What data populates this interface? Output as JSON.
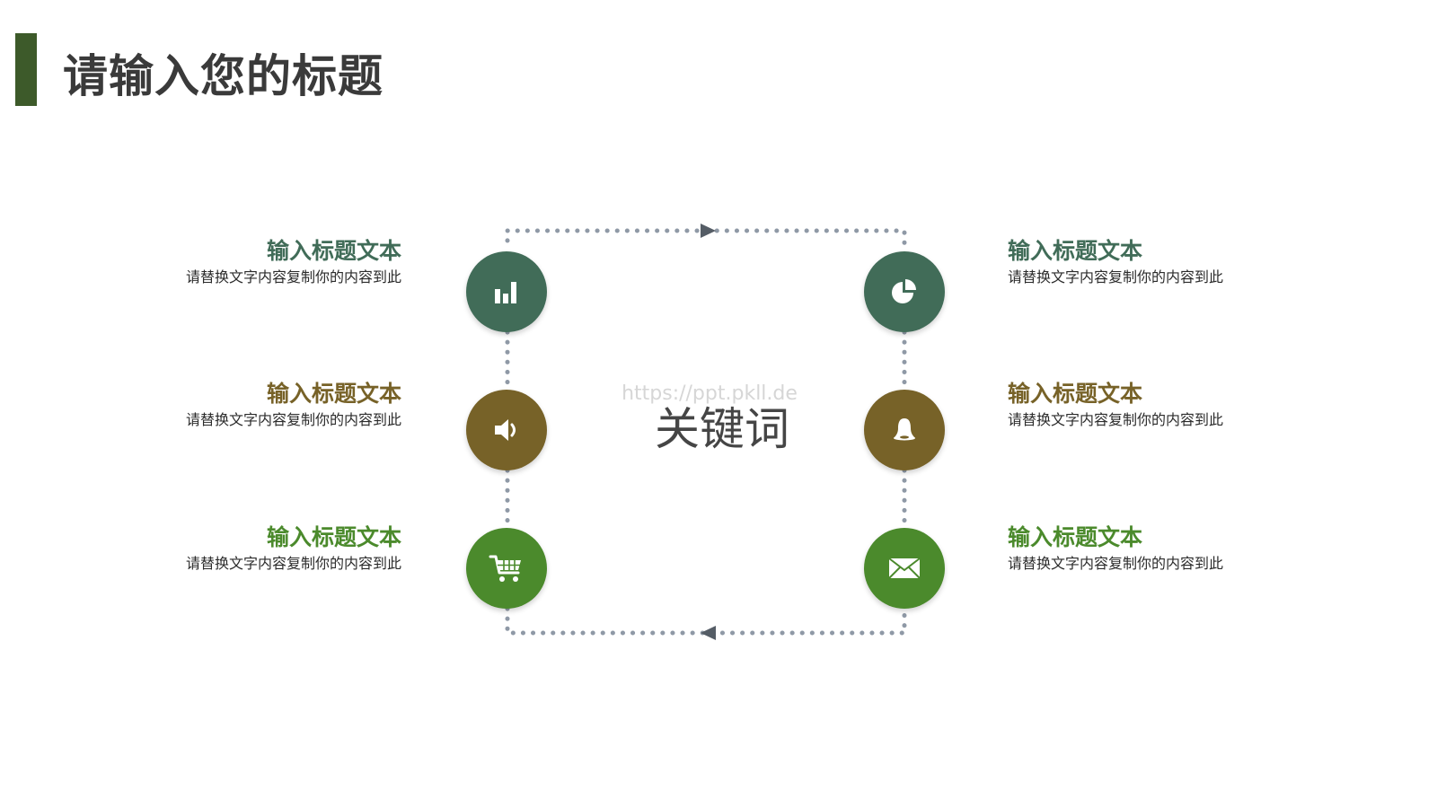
{
  "page": {
    "title": "请输入您的标题"
  },
  "center": {
    "keyword": "关键词",
    "watermark": "https://ppt.pkll.de"
  },
  "colors": {
    "title_bar": "#3d5a2a",
    "teal_green": "#416c58",
    "olive_brown": "#776228",
    "leaf_green": "#4b8a2c",
    "dotted_line": "#8f99a6",
    "arrow": "#555d66"
  },
  "items": [
    {
      "side": "left",
      "title": "输入标题文本",
      "desc": "请替换文字内容复制你的内容到此",
      "icon": "bar-chart-icon",
      "color": "#416c58"
    },
    {
      "side": "left",
      "title": "输入标题文本",
      "desc": "请替换文字内容复制你的内容到此",
      "icon": "speaker-icon",
      "color": "#776228"
    },
    {
      "side": "left",
      "title": "输入标题文本",
      "desc": "请替换文字内容复制你的内容到此",
      "icon": "shopping-cart-icon",
      "color": "#4b8a2c"
    },
    {
      "side": "right",
      "title": "输入标题文本",
      "desc": "请替换文字内容复制你的内容到此",
      "icon": "pie-chart-icon",
      "color": "#416c58"
    },
    {
      "side": "right",
      "title": "输入标题文本",
      "desc": "请替换文字内容复制你的内容到此",
      "icon": "bell-icon",
      "color": "#776228"
    },
    {
      "side": "right",
      "title": "输入标题文本",
      "desc": "请替换文字内容复制你的内容到此",
      "icon": "envelope-icon",
      "color": "#4b8a2c"
    }
  ]
}
